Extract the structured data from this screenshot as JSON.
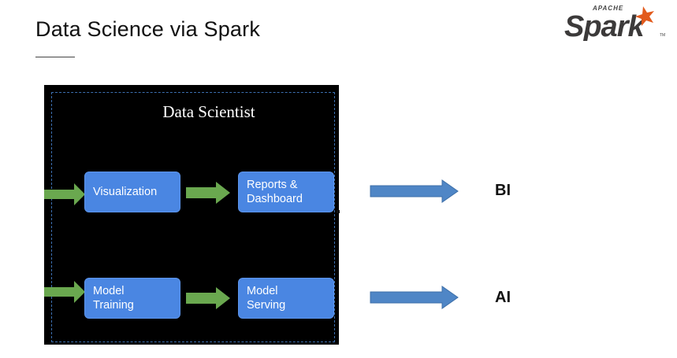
{
  "slide": {
    "title": "Data Science via Spark"
  },
  "logo": {
    "apache": "APACHE",
    "spark": "Spark",
    "tm": "TM",
    "icon": "spark-star-icon"
  },
  "panel": {
    "title": "Data Scientist",
    "nodes": {
      "visualization": "Visualization",
      "reports": "Reports &\nDashboard",
      "model_training": "Model\nTraining",
      "model_serving": "Model\nServing"
    }
  },
  "outputs": {
    "bi": "BI",
    "ai": "AI"
  },
  "colors": {
    "node_fill": "#4a86e2",
    "green_arrow": "#6aa84f",
    "blue_arrow": "#4f86c6",
    "panel_bg": "#000000",
    "logo_orange": "#e25a1c"
  }
}
